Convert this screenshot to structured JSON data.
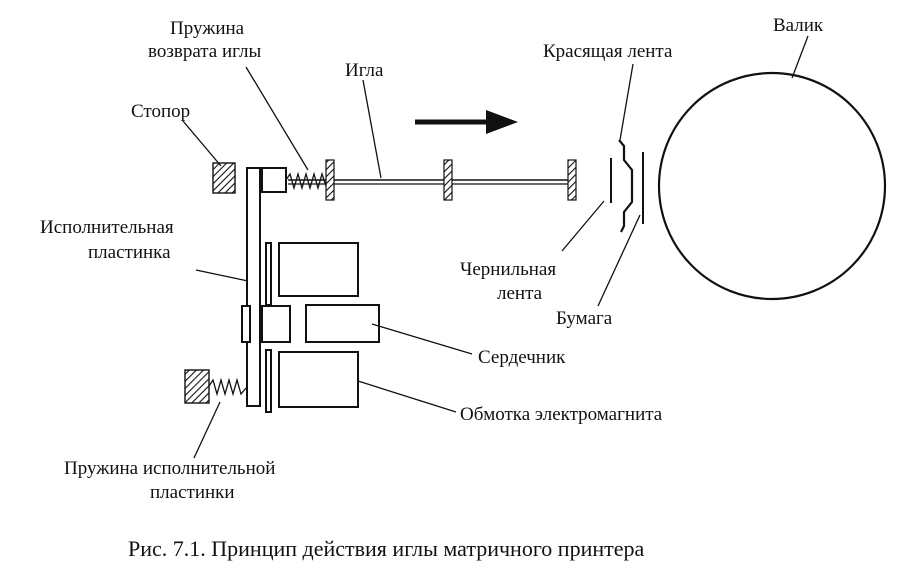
{
  "labels": {
    "spring_return_line1": "Пружина",
    "spring_return_line2": "возврата иглы",
    "needle": "Игла",
    "stopper": "Стопор",
    "ribbon": "Красящая лента",
    "platen": "Валик",
    "plate_line1": "Исполнительная",
    "plate_line2": "пластинка",
    "ink_line1": "Чернильная",
    "ink_line2": "лента",
    "paper": "Бумага",
    "core": "Сердечник",
    "coil": "Обмотка электромагнита",
    "plate_spring_line1": "Пружина исполнительной",
    "plate_spring_line2": "пластинки"
  },
  "caption": "Рис. 7.1. Принцип действия иглы матричного принтера",
  "colors": {
    "ink": "#111111",
    "background": "#ffffff"
  }
}
